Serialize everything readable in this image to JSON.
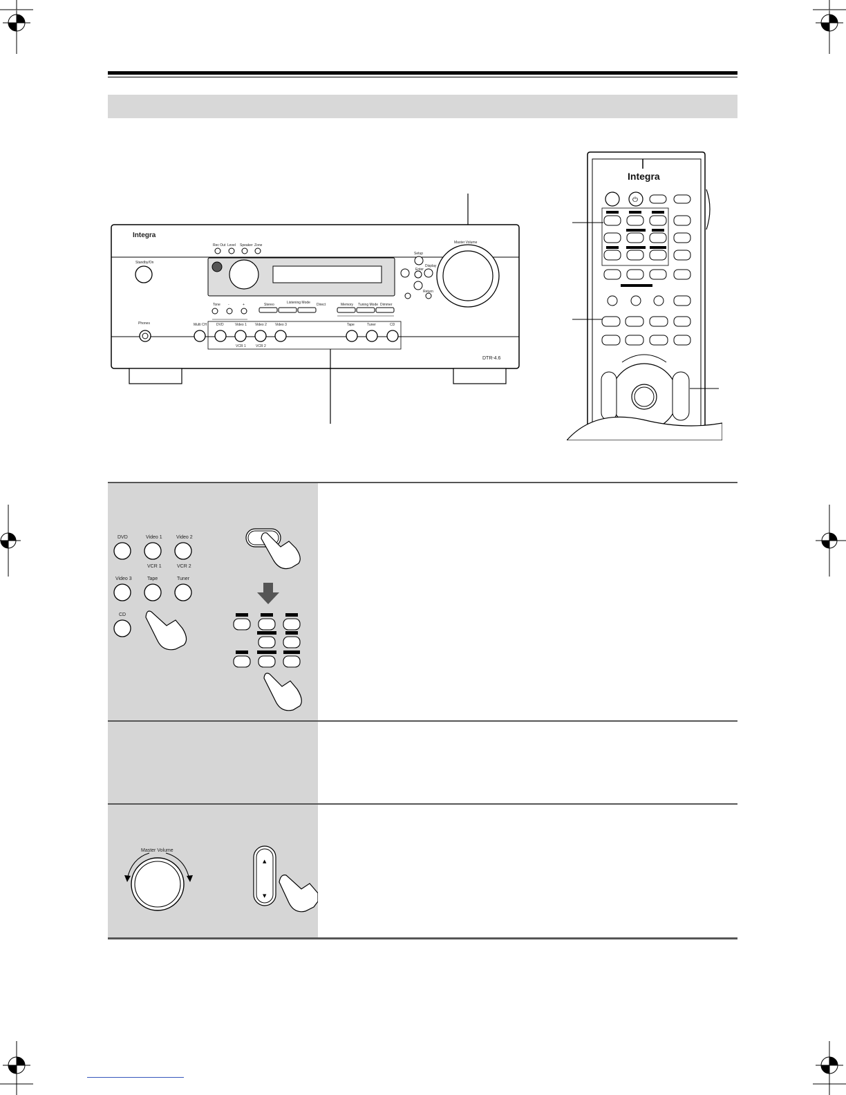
{
  "receiver": {
    "brand": "Integra",
    "model": "DTR-4.6",
    "top_buttons": [
      "Rec Out",
      "Level",
      "Speaker",
      "Zone"
    ],
    "standby_label": "Standby/On",
    "master_volume": "Master Volume",
    "setup_label": "Setup",
    "enter_label": "Enter",
    "display_label": "Display",
    "return_label": "Return",
    "mode_buttons": [
      "Stereo",
      "Listening Mode",
      "Direct"
    ],
    "tuner_buttons": [
      "Memory",
      "Tuning Mode",
      "Dimmer"
    ],
    "small_buttons": [
      "Tone",
      "-",
      "+"
    ],
    "phones": "Phones",
    "multi_ch": "Multi CH",
    "input_buttons": [
      "DVD",
      "Video 1",
      "Video 2",
      "Video 3",
      "Tape",
      "Tuner",
      "CD"
    ],
    "vcr_labels": [
      "VCR 1",
      "VCR 2"
    ]
  },
  "remote": {
    "brand": "Integra"
  },
  "steps": {
    "step1_inputs": [
      "DVD",
      "Video 1",
      "Video 2",
      "VCR 1",
      "VCR 2",
      "Video 3",
      "Tape",
      "Tuner",
      "CD"
    ],
    "step3_label": "Master Volume"
  }
}
